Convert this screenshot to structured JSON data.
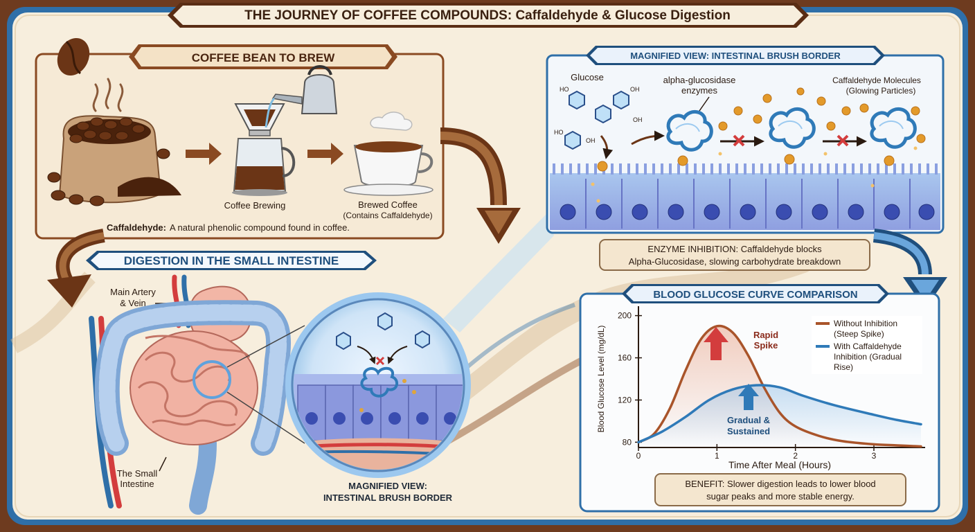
{
  "title": "THE JOURNEY OF COFFEE COMPOUNDS: Caffaldehyde & Glucose Digestion",
  "coffee_panel": {
    "header": "COFFEE BEAN TO BREW",
    "brewing_label": "Coffee Brewing",
    "brewed_label": "Brewed Coffee",
    "brewed_sub": "(Contains Caffaldehyde)",
    "note_term": "Caffaldehyde:",
    "note_text": "A natural phenolic compound found in coffee."
  },
  "digestion": {
    "header": "DIGESTION IN THE SMALL INTESTINE",
    "artery_line1": "Main Artery",
    "artery_line2": "& Vein",
    "intestine_line1": "The Small",
    "intestine_line2": "Intestine",
    "magnified_line1": "MAGNIFIED VIEW:",
    "magnified_line2": "INTESTINAL BRUSH BORDER"
  },
  "brush_panel": {
    "header": "MAGNIFIED VIEW: INTESTINAL BRUSH BORDER",
    "glucose_label": "Glucose",
    "enzyme_line1": "alpha-glucosidase",
    "enzyme_line2": "enzymes",
    "caff_line1": "Caffaldehyde Molecules",
    "caff_line2": "(Glowing Particles)",
    "ho": "HO",
    "oh": "OH"
  },
  "inhibition_box": {
    "line1": "ENZYME INHIBITION: Caffaldehyde blocks",
    "line2": "Alpha-Glucosidase, slowing carbohydrate breakdown"
  },
  "curve_panel": {
    "header": "BLOOD GLUCOSE CURVE COMPARISON",
    "spike_line1": "Rapid",
    "spike_line2": "Spike",
    "gradual_line1": "Gradual &",
    "gradual_line2": "Sustained",
    "benefit_line1": "BENEFIT: Slower digestion leads to lower blood",
    "benefit_line2": "sugar peaks and more stable energy.",
    "legend_without_1": "Without Inhibition",
    "legend_without_2": "(Steep Spike)",
    "legend_with_1": "With Caffaldehyde",
    "legend_with_2": "Inhibition (Gradual",
    "legend_with_3": "Rise)"
  },
  "chart_data": {
    "type": "line",
    "xlabel": "Time After Meal (Hours)",
    "ylabel": "Blood Glucose Level (mg/dL)",
    "xlim": [
      0,
      3.6
    ],
    "ylim": [
      75,
      205
    ],
    "x_ticks": [
      0,
      1,
      2,
      3
    ],
    "y_ticks": [
      80,
      120,
      160,
      200
    ],
    "series": [
      {
        "name": "Without Inhibition (Steep Spike)",
        "color": "#a9542a",
        "x": [
          0,
          0.2,
          0.4,
          0.6,
          0.8,
          1.0,
          1.2,
          1.4,
          1.6,
          1.8,
          2.0,
          2.3,
          2.6,
          3.0,
          3.3,
          3.6
        ],
        "y": [
          80,
          88,
          112,
          148,
          178,
          190,
          184,
          162,
          132,
          108,
          95,
          86,
          81,
          78,
          77,
          76
        ]
      },
      {
        "name": "With Caffaldehyde Inhibition (Gradual Rise)",
        "color": "#2f7ab8",
        "x": [
          0,
          0.3,
          0.6,
          0.9,
          1.2,
          1.5,
          1.8,
          2.1,
          2.5,
          3.0,
          3.3,
          3.6
        ],
        "y": [
          80,
          90,
          104,
          120,
          130,
          134,
          132,
          124,
          115,
          106,
          101,
          97
        ]
      }
    ]
  },
  "colors": {
    "frame_outer": "#6e3b1f",
    "frame_blue": "#2f6fa8",
    "parchment": "#f5ecdc",
    "title_bar": "#5a2d14",
    "blue_header": "#1f4f7d",
    "coffee_brown": "#8a4a22"
  }
}
